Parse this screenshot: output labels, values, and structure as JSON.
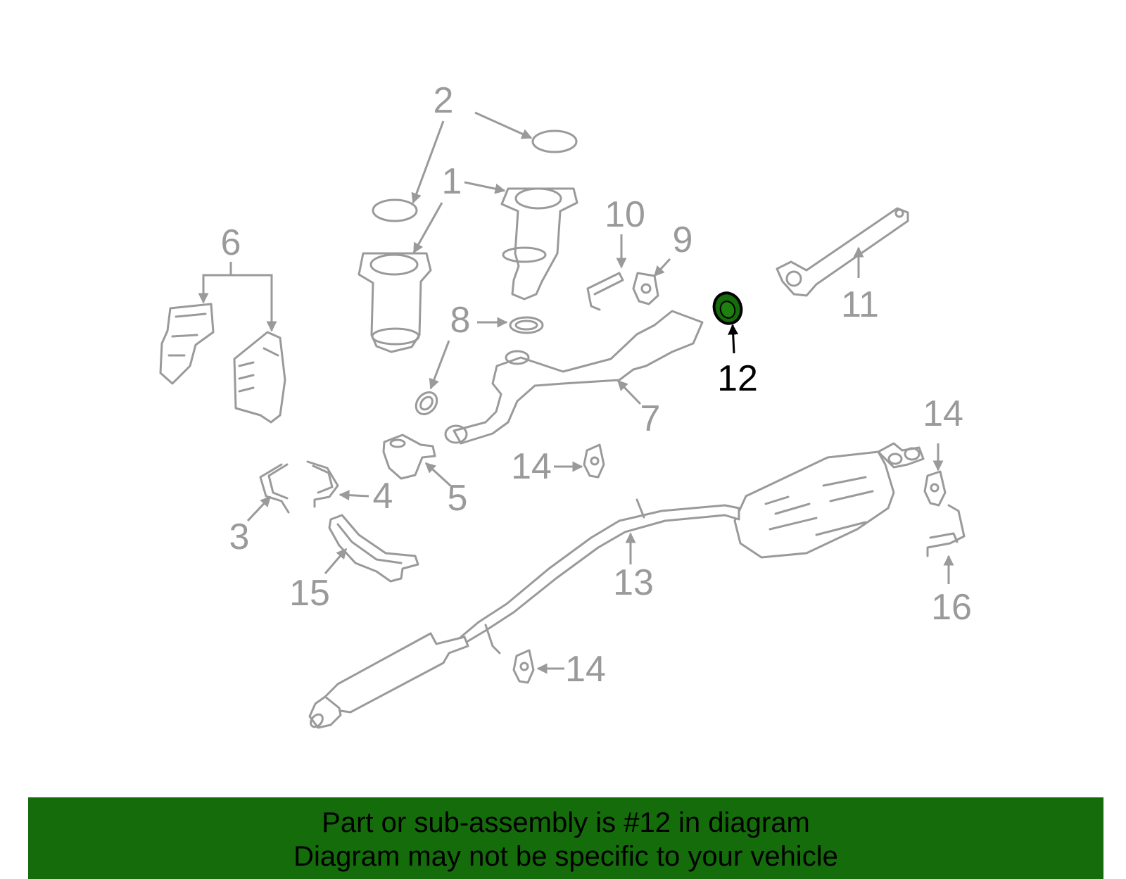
{
  "callouts": {
    "c1": "1",
    "c2": "2",
    "c3": "3",
    "c4": "4",
    "c5": "5",
    "c6": "6",
    "c7": "7",
    "c8": "8",
    "c9": "9",
    "c10": "10",
    "c11": "11",
    "c12": "12",
    "c13": "13",
    "c14a": "14",
    "c14b": "14",
    "c14c": "14",
    "c15": "15",
    "c16": "16"
  },
  "highlight": {
    "part_number": "12",
    "color": "#146c0b"
  },
  "banner": {
    "line1": "Part or sub-assembly is #12 in diagram",
    "line2": "Diagram may not be specific to your vehicle",
    "background": "#146c0b"
  }
}
